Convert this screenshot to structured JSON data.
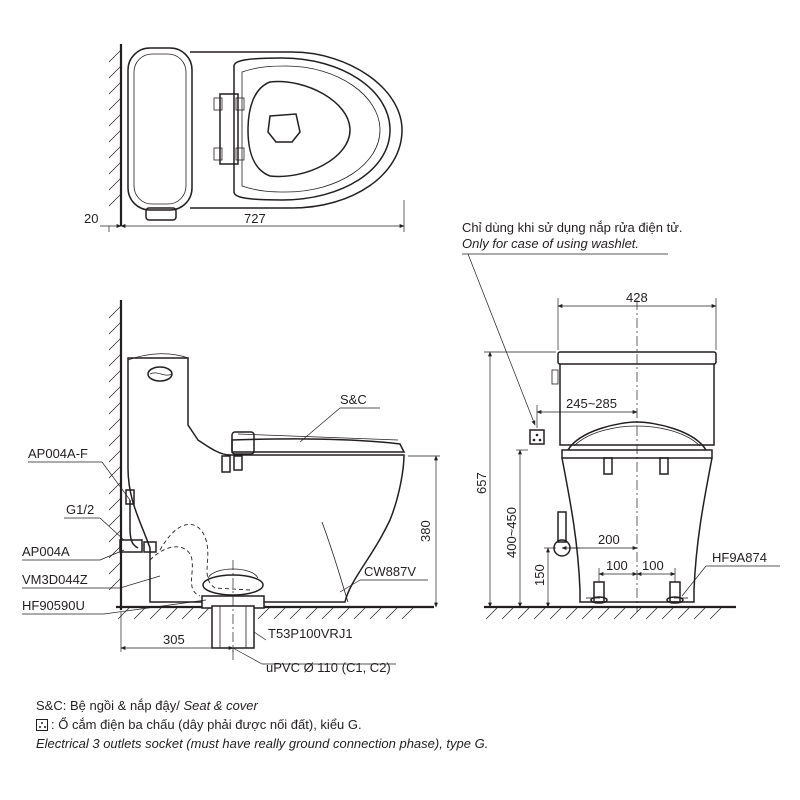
{
  "top_view": {
    "dim_wall": "20",
    "dim_length": "727"
  },
  "note": {
    "vi": "Chỉ dùng khi sử dụng nắp rửa điện tử.",
    "en": "Only for case of using washlet."
  },
  "side_view": {
    "labels": {
      "seat": "S&C",
      "supply_hose": "AP004A-F",
      "inlet": "G1/2",
      "stop_valve": "AP004A",
      "valve": "VM3D044Z",
      "flange": "HF90590U",
      "bowl": "CW887V",
      "drain_pipe": "T53P100VRJ1",
      "upvc": "uPVC Ø 110 (C1, C2)"
    },
    "dims": {
      "rough_in": "305",
      "seat_height": "380"
    }
  },
  "front_view": {
    "labels": {
      "bolt": "HF9A874"
    },
    "dims": {
      "width": "428",
      "height": "657",
      "socket_offset": "245~285",
      "socket_height": "400~450",
      "supply_height": "150",
      "supply_offset": "200",
      "bolt_left": "100",
      "bolt_right": "100"
    }
  },
  "legend": {
    "sc_code": "S&C:",
    "sc_vi": " Bệ ngồi & nắp đậy/ ",
    "sc_en": "Seat & cover",
    "socket_vi": ": Ổ cắm điện ba chấu (dây phải được nối đất), kiểu G.",
    "socket_en": "Electrical 3 outlets socket (must have really ground connection phase), type G."
  }
}
